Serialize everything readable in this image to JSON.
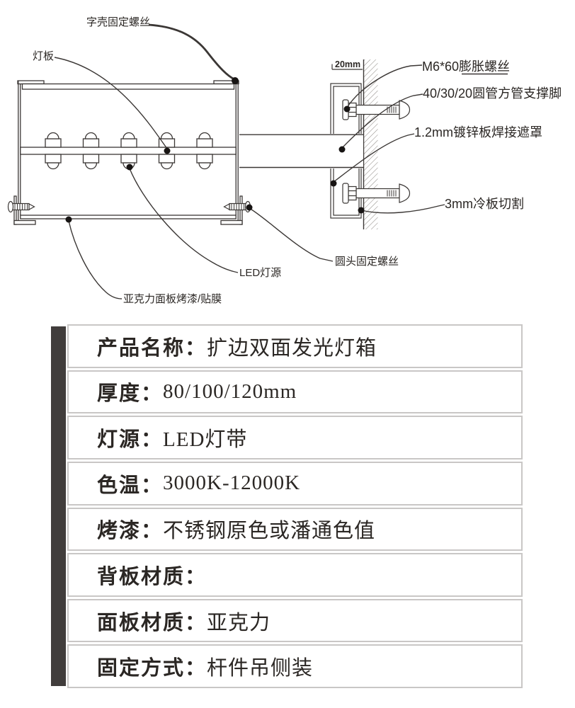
{
  "diagram": {
    "callouts": {
      "shell_screw": "字壳固定螺丝",
      "lamp_board": "灯板",
      "dim_20mm": "20mm",
      "expansion_bolt": "M6*60膨胀螺丝",
      "support_leg": "40/30/20圆管方管支撑脚",
      "welded_cover": "1.2mm镀锌板焊接遮罩",
      "cold_plate": "3mm冷板切割",
      "round_head_screw": "圆头固定螺丝",
      "led_source": "LED灯源",
      "acrylic_panel": "亚克力面板烤漆/贴膜"
    }
  },
  "spec_table": {
    "rows": [
      {
        "label": "产品名称：",
        "value": "扩边双面发光灯箱"
      },
      {
        "label": "厚度：",
        "value": "80/100/120mm"
      },
      {
        "label": "灯源：",
        "value": "LED灯带"
      },
      {
        "label": "色温：",
        "value": "3000K-12000K"
      },
      {
        "label": "烤漆：",
        "value": "不锈钢原色或潘通色值"
      },
      {
        "label": "背板材质：",
        "value": ""
      },
      {
        "label": "面板材质：",
        "value": "亚克力"
      },
      {
        "label": "固定方式：",
        "value": "杆件吊侧装"
      }
    ]
  },
  "colors": {
    "line": "#3b3735",
    "dot": "#171413",
    "text": "#2b2724",
    "table_bar": "#413d3c",
    "table_border": "#c9c7c6",
    "background": "#ffffff"
  }
}
